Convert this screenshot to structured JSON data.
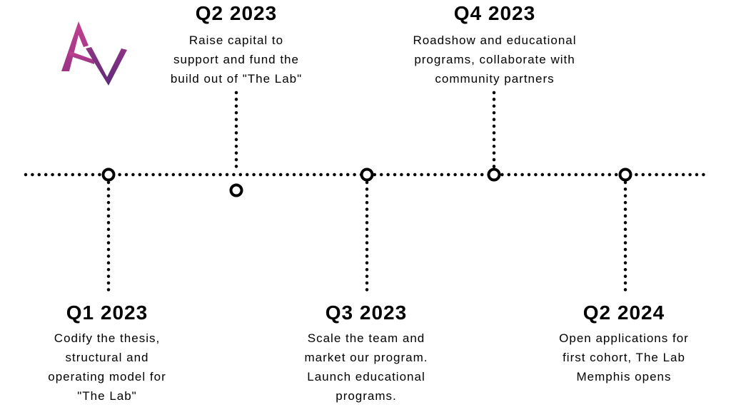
{
  "logo": {
    "icon": "av-logo-icon",
    "colors": {
      "top": "#b23a8c",
      "bottom": "#6c2c7e"
    }
  },
  "timeline": {
    "line_color": "#000000",
    "milestones": [
      {
        "title": "Q1 2023",
        "description": [
          "Codify the thesis,",
          "structural and",
          "operating model for",
          "\"The Lab\""
        ]
      },
      {
        "title": "Q2 2023",
        "description": [
          "Raise capital to",
          "support and fund the",
          "build out of \"The Lab\""
        ]
      },
      {
        "title": "Q3 2023",
        "description": [
          "Scale the team and",
          "market our program.",
          "Launch educational",
          "programs."
        ]
      },
      {
        "title": "Q4 2023",
        "description": [
          "Roadshow and educational",
          "programs, collaborate with",
          "community partners"
        ]
      },
      {
        "title": "Q2 2024",
        "description": [
          "Open applications for",
          "first cohort, The Lab",
          "Memphis opens"
        ]
      }
    ]
  }
}
